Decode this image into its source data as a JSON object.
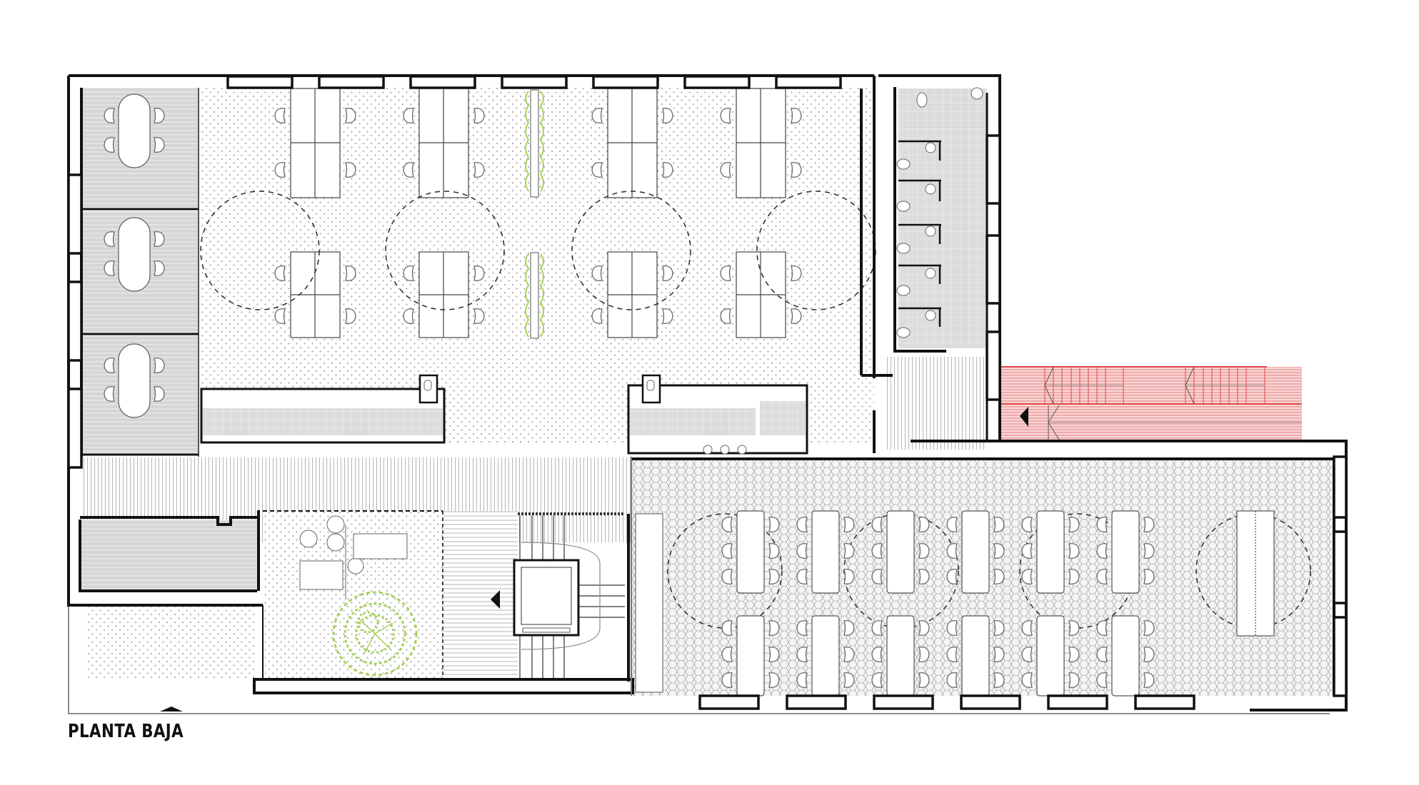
{
  "plan": {
    "title": "PLANTA BAJA",
    "north_marker": "north-arrow"
  },
  "colors": {
    "wall": "#111111",
    "hatch_gray": "#d9d9d9",
    "dots": "#9a9a9a",
    "vegetation": "#a6d25a",
    "ramp_red": "#e05050",
    "ramp_fill": "#f6c9c9"
  },
  "spaces": [
    {
      "name": "meeting-room-1",
      "type": "meeting"
    },
    {
      "name": "meeting-room-2",
      "type": "meeting"
    },
    {
      "name": "meeting-room-3",
      "type": "meeting"
    },
    {
      "name": "open-office",
      "type": "workspace"
    },
    {
      "name": "restrooms",
      "type": "wc"
    },
    {
      "name": "corridor",
      "type": "circulation"
    },
    {
      "name": "storage-room",
      "type": "storage"
    },
    {
      "name": "courtyard",
      "type": "patio"
    },
    {
      "name": "stair-core",
      "type": "stairs"
    },
    {
      "name": "dining-hall",
      "type": "dining"
    },
    {
      "name": "access-ramp",
      "type": "ramp"
    }
  ]
}
